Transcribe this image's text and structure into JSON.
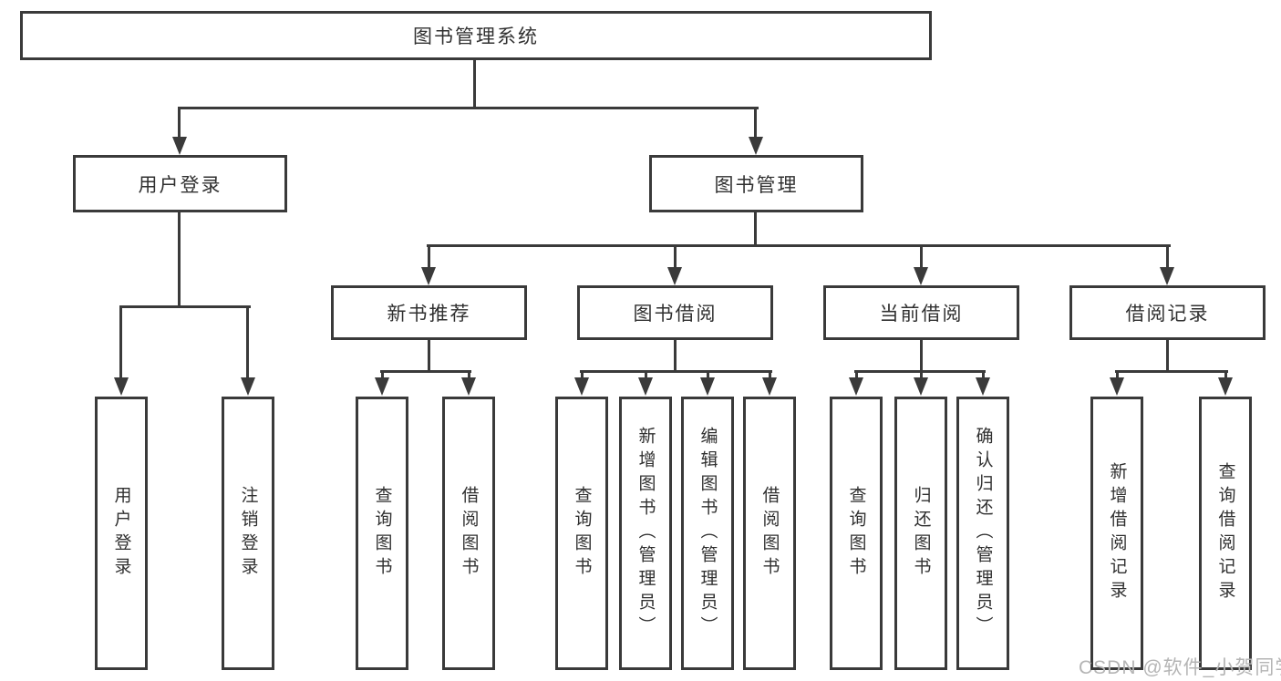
{
  "diagram": {
    "root": {
      "label": "图书管理系统"
    },
    "branches": [
      {
        "label": "用户登录",
        "children": [
          {
            "label": "用户登录"
          },
          {
            "label": "注销登录"
          }
        ]
      },
      {
        "label": "图书管理",
        "children": [
          {
            "label": "新书推荐",
            "children": [
              {
                "label": "查询图书"
              },
              {
                "label": "借阅图书"
              }
            ]
          },
          {
            "label": "图书借阅",
            "children": [
              {
                "label": "查询图书"
              },
              {
                "label": "新增图书（管理员）"
              },
              {
                "label": "编辑图书（管理员）"
              },
              {
                "label": "借阅图书"
              }
            ]
          },
          {
            "label": "当前借阅",
            "children": [
              {
                "label": "查询图书"
              },
              {
                "label": "归还图书"
              },
              {
                "label": "确认归还（管理员）"
              }
            ]
          },
          {
            "label": "借阅记录",
            "children": [
              {
                "label": "新增借阅记录"
              },
              {
                "label": "查询借阅记录"
              }
            ]
          }
        ]
      }
    ],
    "watermark": "CSDN @软件_小贺同学",
    "colors": {
      "line": "#3a3a3a",
      "text": "#303030",
      "wm": "#b5b5b5",
      "bg": "#ffffff"
    }
  }
}
